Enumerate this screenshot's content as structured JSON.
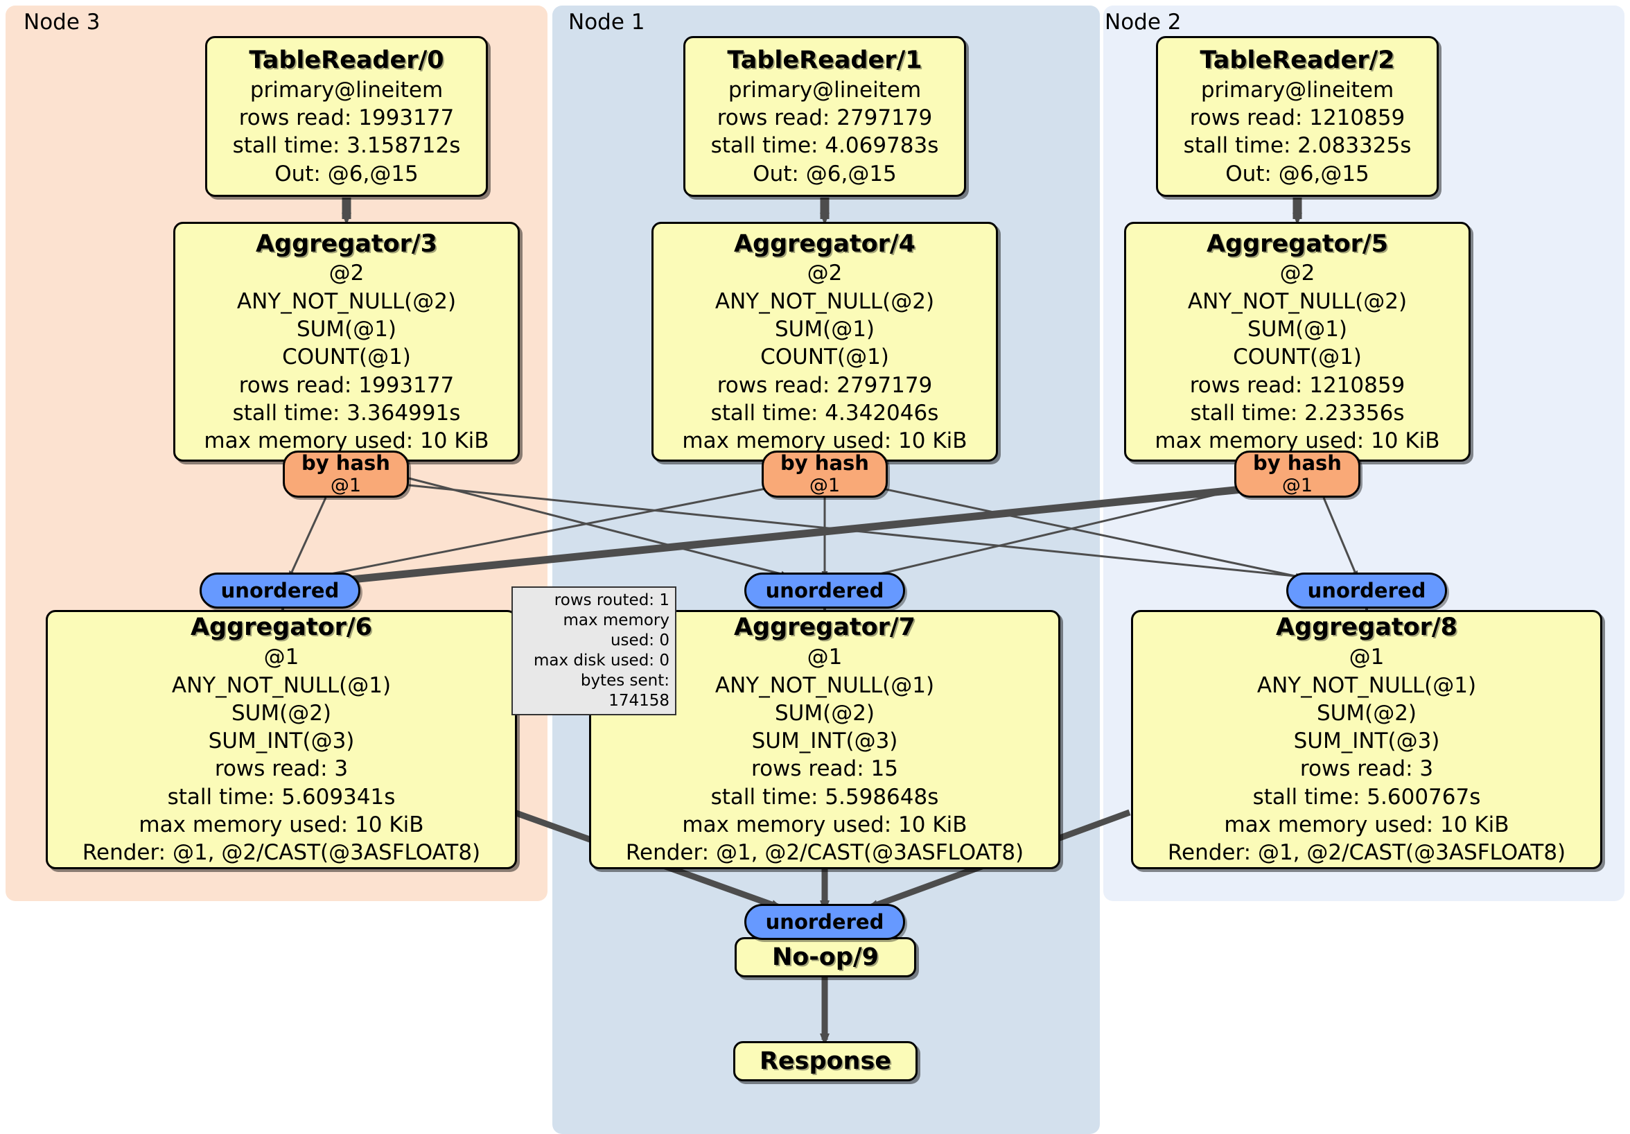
{
  "diagram": {
    "type": "distributed-query-execution-plan",
    "colors": {
      "node_fill": "#FBFBB8",
      "router_fill": "#F9A977",
      "sync_fill": "#6699FF",
      "panel_node3": "#FCE2D0",
      "panel_node1": "#D3E0ED",
      "panel_node2": "#EAF0FA",
      "tooltip_fill": "#E8E8E8",
      "edge": "#4D4D4D"
    }
  },
  "panels": [
    {
      "label": "Node 3"
    },
    {
      "label": "Node 1"
    },
    {
      "label": "Node 2"
    }
  ],
  "table_readers": [
    {
      "title": "TableReader/0",
      "table": "primary@lineitem",
      "rows_read": "rows read: 1993177",
      "stall_time": "stall time: 3.158712s",
      "out": "Out: @6,@15"
    },
    {
      "title": "TableReader/1",
      "table": "primary@lineitem",
      "rows_read": "rows read: 2797179",
      "stall_time": "stall time: 4.069783s",
      "out": "Out: @6,@15"
    },
    {
      "title": "TableReader/2",
      "table": "primary@lineitem",
      "rows_read": "rows read: 1210859",
      "stall_time": "stall time: 2.083325s",
      "out": "Out: @6,@15"
    }
  ],
  "aggregators_upper": [
    {
      "title": "Aggregator/3",
      "group": "@2",
      "agg1": "ANY_NOT_NULL(@2)",
      "agg2": "SUM(@1)",
      "agg3": "COUNT(@1)",
      "rows_read": "rows read: 1993177",
      "stall_time": "stall time: 3.364991s",
      "max_memory": "max memory used: 10 KiB"
    },
    {
      "title": "Aggregator/4",
      "group": "@2",
      "agg1": "ANY_NOT_NULL(@2)",
      "agg2": "SUM(@1)",
      "agg3": "COUNT(@1)",
      "rows_read": "rows read: 2797179",
      "stall_time": "stall time: 4.342046s",
      "max_memory": "max memory used: 10 KiB"
    },
    {
      "title": "Aggregator/5",
      "group": "@2",
      "agg1": "ANY_NOT_NULL(@2)",
      "agg2": "SUM(@1)",
      "agg3": "COUNT(@1)",
      "rows_read": "rows read: 1210859",
      "stall_time": "stall time: 2.23356s",
      "max_memory": "max memory used: 10 KiB"
    }
  ],
  "routers": [
    {
      "title": "by hash",
      "column": "@1"
    },
    {
      "title": "by hash",
      "column": "@1"
    },
    {
      "title": "by hash",
      "column": "@1"
    }
  ],
  "synchronizers": [
    {
      "label": "unordered"
    },
    {
      "label": "unordered"
    },
    {
      "label": "unordered"
    },
    {
      "label": "unordered"
    }
  ],
  "aggregators_lower": [
    {
      "title": "Aggregator/6",
      "group": "@1",
      "agg1": "ANY_NOT_NULL(@1)",
      "agg2": "SUM(@2)",
      "agg3": "SUM_INT(@3)",
      "rows_read": "rows read: 3",
      "stall_time": "stall time: 5.609341s",
      "max_memory": "max memory used: 10 KiB",
      "render": "Render: @1, @2/CAST(@3ASFLOAT8)"
    },
    {
      "title": "Aggregator/7",
      "group": "@1",
      "agg1": "ANY_NOT_NULL(@1)",
      "agg2": "SUM(@2)",
      "agg3": "SUM_INT(@3)",
      "rows_read": "rows read: 15",
      "stall_time": "stall time: 5.598648s",
      "max_memory": "max memory used: 10 KiB",
      "render": "Render: @1, @2/CAST(@3ASFLOAT8)"
    },
    {
      "title": "Aggregator/8",
      "group": "@1",
      "agg1": "ANY_NOT_NULL(@1)",
      "agg2": "SUM(@2)",
      "agg3": "SUM_INT(@3)",
      "rows_read": "rows read: 3",
      "stall_time": "stall time: 5.600767s",
      "max_memory": "max memory used: 10 KiB",
      "render": "Render: @1, @2/CAST(@3ASFLOAT8)"
    }
  ],
  "tooltip": {
    "rows_routed": "rows routed: 1",
    "max_memory_used": "max memory used: 0",
    "max_disk_used": "max disk used: 0",
    "bytes_sent": "bytes sent: 174158"
  },
  "terminal": {
    "noop": "No-op/9",
    "response": "Response"
  }
}
